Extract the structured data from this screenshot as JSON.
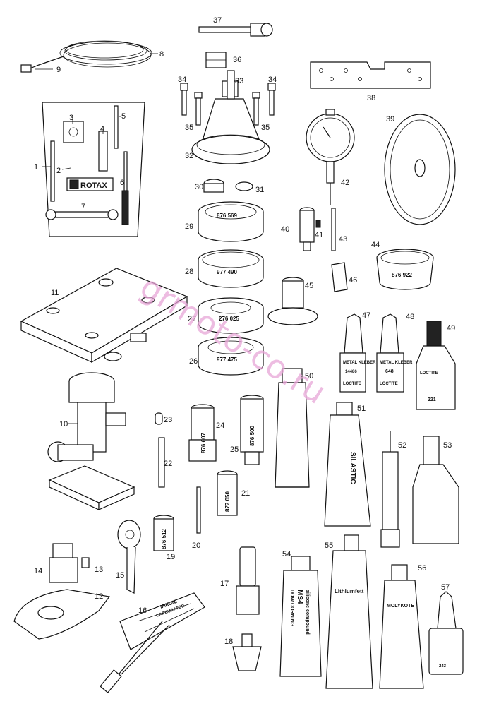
{
  "callouts": [
    "1",
    "2",
    "3",
    "4",
    "5",
    "6",
    "7",
    "8",
    "9",
    "10",
    "11",
    "12",
    "13",
    "14",
    "15",
    "16",
    "17",
    "18",
    "19",
    "20",
    "21",
    "22",
    "23",
    "24",
    "25",
    "26",
    "27",
    "28",
    "29",
    "30",
    "31",
    "32",
    "33",
    "34",
    "35",
    "36",
    "37",
    "38",
    "39",
    "40",
    "41",
    "42",
    "43",
    "44",
    "45",
    "46",
    "47",
    "48",
    "49",
    "50",
    "51",
    "52",
    "53",
    "54",
    "55",
    "56",
    "57"
  ],
  "part_numbers": {
    "ring_29": "876 569",
    "ring_28": "977 490",
    "ring_27": "276 025",
    "ring_26": "977 475",
    "ring_44": "876 922",
    "sleeve_24": "876 607",
    "sleeve_25": "876 500",
    "sleeve_21": "877 050",
    "sleeve_19": "876 512"
  },
  "labels": {
    "rotax": "ROTAX",
    "metal_kleber": "METAL KLEBER",
    "code_47": "14486",
    "code_48": "648",
    "loctite": "LOCTITE",
    "code_49": "221",
    "silastic": "SILASTIC",
    "dow_corning": "DOW CORNING",
    "ms4": "MS4",
    "silicone_compound": "silicone compound",
    "lithiumfett": "Lithiumfett",
    "molykote": "MOLYKOTE",
    "mikuni": "MIKUNI",
    "carburator": "CARBURATOR",
    "code_57": "243"
  },
  "watermark": "grmoto-co.ru"
}
